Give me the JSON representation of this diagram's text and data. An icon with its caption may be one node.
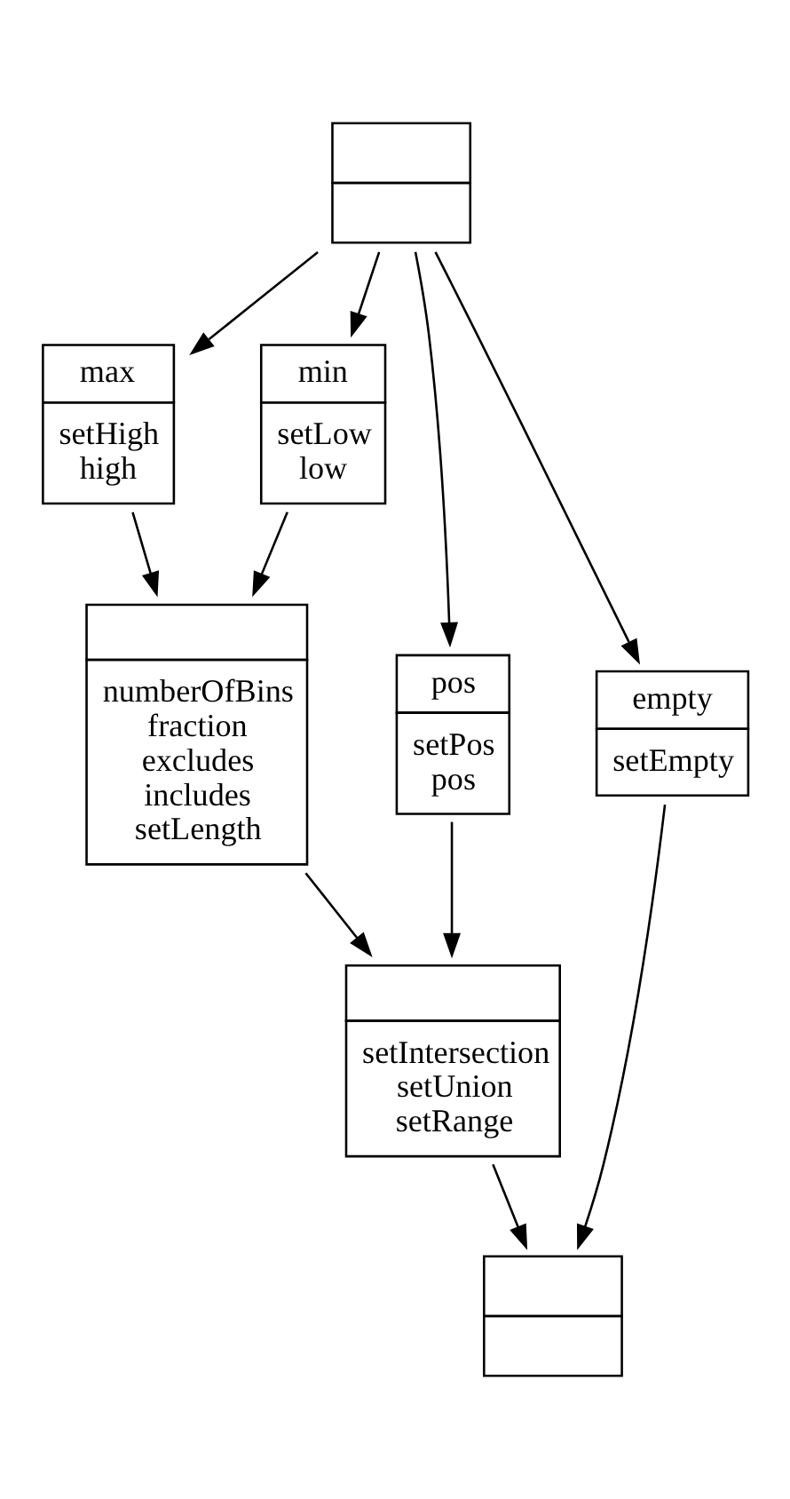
{
  "diagram": {
    "nodes": [
      {
        "text": [],
        "shape": "box"
      },
      {
        "text": [
          "max",
          "setHigh high"
        ]
      },
      {
        "text": [
          "min",
          "setLow low"
        ]
      },
      {
        "text": [
          "numberOfBins fraction excludes includes setLength"
        ]
      },
      {
        "text": [
          "pos",
          "setPos pos"
        ]
      },
      {
        "text": [
          "empty",
          "setEmpty"
        ]
      },
      {
        "text": [
          "setIntersection setUnion setRange"
        ]
      },
      {
        "text": [],
        "shape": "box"
      }
    ],
    "edges": [
      {
        "from": 0,
        "to": 1,
        "arrow": "to"
      },
      {
        "from": 0,
        "to": 2,
        "arrow": "to"
      },
      {
        "from": 0,
        "to": 4,
        "arrow": "to"
      },
      {
        "from": 0,
        "to": 5,
        "arrow": "to"
      },
      {
        "from": 1,
        "to": 3,
        "arrow": "to"
      },
      {
        "from": 2,
        "to": 3,
        "arrow": "to"
      },
      {
        "from": 3,
        "to": 6,
        "arrow": "to"
      },
      {
        "from": 4,
        "to": 6,
        "arrow": "to"
      },
      {
        "from": 6,
        "to": 7,
        "arrow": "to"
      },
      {
        "from": 5,
        "to": 7,
        "arrow": "to"
      }
    ]
  }
}
